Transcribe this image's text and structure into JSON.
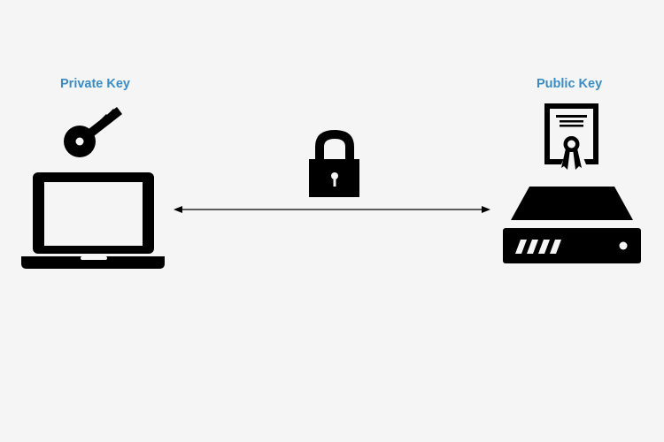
{
  "left_node": {
    "label": "Private Key",
    "icons": [
      "key-icon",
      "laptop-icon"
    ]
  },
  "right_node": {
    "label": "Public Key",
    "icons": [
      "certificate-icon",
      "server-icon"
    ]
  },
  "connection": {
    "icon": "padlock-icon",
    "arrow": "bidirectional"
  },
  "colors": {
    "background": "#f5f5f5",
    "label": "#3a8cc6",
    "icon": "#000000"
  }
}
